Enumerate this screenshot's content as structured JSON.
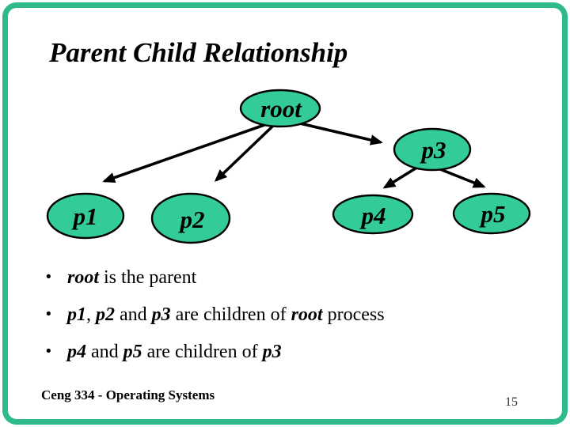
{
  "slide": {
    "title": "Parent Child Relationship",
    "footer": "Ceng 334 - Operating Systems",
    "page_number": "15"
  },
  "colors": {
    "node_fill": "#33cc99",
    "node_stroke": "#000000",
    "arrow": "#000000",
    "slide_border": "#2eba8b",
    "background": "#ffffff"
  },
  "diagram": {
    "nodes": [
      {
        "id": "root",
        "label": "root"
      },
      {
        "id": "p1",
        "label": "p1"
      },
      {
        "id": "p2",
        "label": "p2"
      },
      {
        "id": "p3",
        "label": "p3"
      },
      {
        "id": "p4",
        "label": "p4"
      },
      {
        "id": "p5",
        "label": "p5"
      }
    ],
    "edges": [
      {
        "from": "root",
        "to": "p1"
      },
      {
        "from": "root",
        "to": "p2"
      },
      {
        "from": "root",
        "to": "p3"
      },
      {
        "from": "p3",
        "to": "p4"
      },
      {
        "from": "p3",
        "to": "p5"
      }
    ]
  },
  "bullets": [
    {
      "segments": [
        {
          "text": "root",
          "em": true
        },
        {
          "text": " is the parent",
          "em": false
        }
      ]
    },
    {
      "segments": [
        {
          "text": "p1",
          "em": true
        },
        {
          "text": ", ",
          "em": false
        },
        {
          "text": "p2",
          "em": true
        },
        {
          "text": " and ",
          "em": false
        },
        {
          "text": "p3",
          "em": true
        },
        {
          "text": " are children of ",
          "em": false
        },
        {
          "text": "root",
          "em": true
        },
        {
          "text": " process",
          "em": false
        }
      ]
    },
    {
      "segments": [
        {
          "text": "p4",
          "em": true
        },
        {
          "text": " and ",
          "em": false
        },
        {
          "text": "p5",
          "em": true
        },
        {
          "text": " are children of ",
          "em": false
        },
        {
          "text": "p3",
          "em": true
        }
      ]
    }
  ]
}
